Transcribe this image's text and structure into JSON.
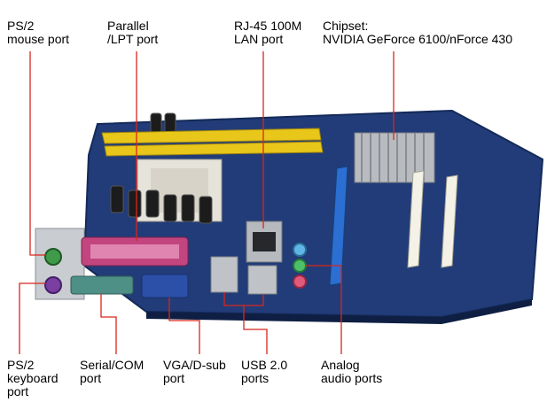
{
  "labels": {
    "ps2_mouse": "PS/2\nmouse port",
    "parallel": "Parallel\n/LPT port",
    "rj45": "RJ-45 100M\nLAN port",
    "chipset": "Chipset:\nNVIDIA GeForce 6100/nForce 430",
    "ps2_keyboard": "PS/2\nkeyboard\nport",
    "serial": "Serial/COM\nport",
    "vga": "VGA/D-sub\nport",
    "usb": "USB 2.0\nports",
    "audio": "Analog\naudio ports"
  },
  "colors": {
    "callout_line": "#d9251c",
    "board": "#1f3a73",
    "memory_slot": "#e8c61a",
    "pcie_slot": "#2a6fd1",
    "pci_slot": "#f4f1e6",
    "parallel_port": "#c2457f",
    "vga_port": "#2c4fa8",
    "serial_port": "#4e8f86",
    "keyboard_port": "#7a3fa0",
    "mouse_port": "#3f9a4a",
    "audio_pink": "#e05a7a",
    "audio_green": "#4ec06a",
    "audio_blue": "#5fb6e6"
  }
}
